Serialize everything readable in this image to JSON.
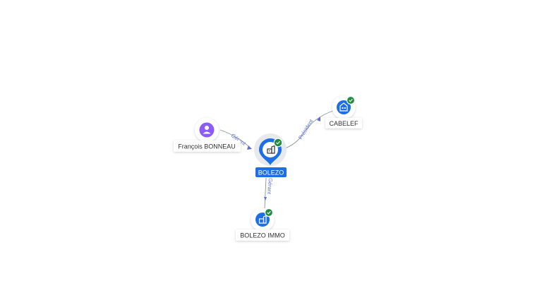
{
  "nodes": [
    {
      "id": "francois",
      "kind": "person",
      "label": "François BONNEAU",
      "verified": false,
      "accent": "#8b5cf6"
    },
    {
      "id": "bolezo",
      "kind": "company",
      "label": "BOLEZO",
      "verified": true,
      "focus": true,
      "accent": "#1d6fe8"
    },
    {
      "id": "cabelef",
      "kind": "company",
      "label": "CABELEF",
      "verified": true,
      "accent": "#1d6fe8"
    },
    {
      "id": "bolezo_immo",
      "kind": "company",
      "label": "BOLEZO IMMO",
      "verified": true,
      "accent": "#1d6fe8"
    }
  ],
  "edges": [
    {
      "from": "francois",
      "to": "bolezo",
      "label": "Gérant"
    },
    {
      "from": "bolezo",
      "to": "cabelef",
      "label": "Président"
    },
    {
      "from": "bolezo",
      "to": "bolezo_immo",
      "label": "Gérant"
    }
  ],
  "colors": {
    "verified_badge": "#1e8e3e",
    "edge": "#8a94a6",
    "edge_label": "#5b6fd6",
    "label_text": "#333333"
  },
  "icons": {
    "person": "person-icon",
    "company": "building-icon",
    "verified": "check-badge-icon"
  }
}
